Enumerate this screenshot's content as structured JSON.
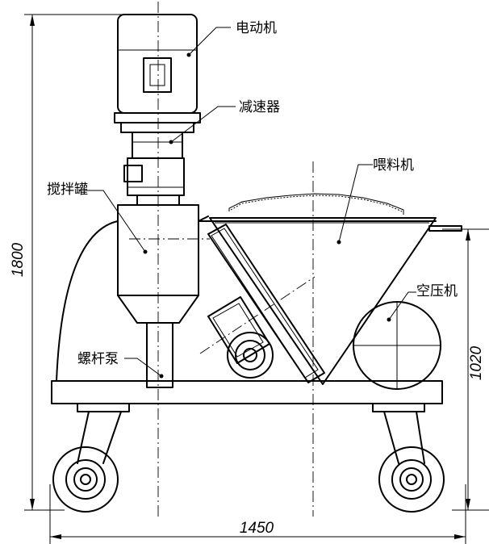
{
  "labels": {
    "motor": "电动机",
    "reducer": "减速器",
    "mixing_tank": "搅拌罐",
    "feeder": "喂料机",
    "air_compressor": "空压机",
    "screw_pump": "螺杆泵"
  },
  "dimensions": {
    "overall_height": "1800",
    "overall_width": "1450",
    "compressor_height": "1020"
  }
}
